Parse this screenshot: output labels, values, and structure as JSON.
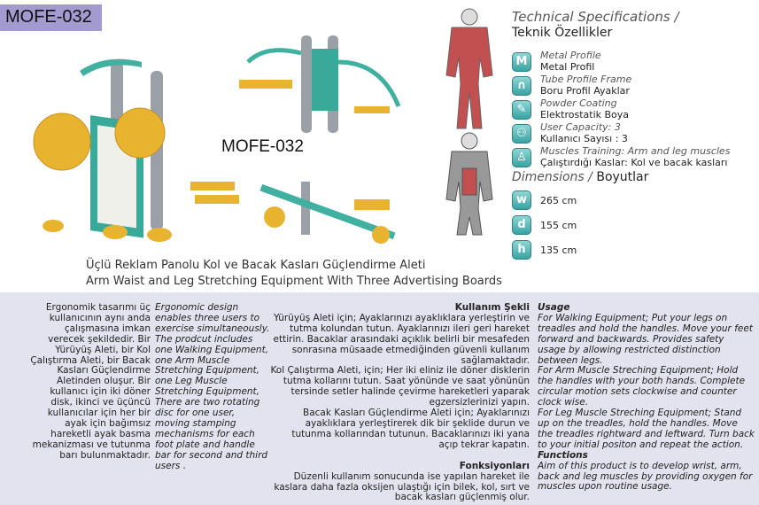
{
  "model_badge": "MOFE-032",
  "model_label": "MOFE-032",
  "title_tr": "Üçlü Reklam Panolu Kol ve Bacak Kasları Güçlendirme Aleti",
  "title_en": "Arm Waist and Leg Stretching Equipment With Three Advertising Boards",
  "specs": {
    "heading_en": "Technical Specifications /",
    "heading_tr": "Teknik Özellikler",
    "items": [
      {
        "icon": "M",
        "en": "Metal Profile",
        "tr": "Metal Profil"
      },
      {
        "icon": "∩",
        "en": "Tube Profile Frame",
        "tr": "Boru Profil Ayaklar"
      },
      {
        "icon": "✎",
        "en": "Powder Coating",
        "tr": "Elektrostatik Boya"
      },
      {
        "icon": "⚇",
        "en": "User Capacity:  3",
        "tr": "Kullanıcı Sayısı : 3"
      },
      {
        "icon": "♙",
        "en": "Muscles Training:  Arm and leg muscles",
        "tr": "Çalıştırdığı Kaslar: Kol ve bacak kasları"
      }
    ],
    "dimensions_en": "Dimensions /",
    "dimensions_tr": "Boyutlar",
    "dims": [
      {
        "icon": "w",
        "value": "265 cm"
      },
      {
        "icon": "d",
        "value": "155 cm"
      },
      {
        "icon": "h",
        "value": "135 cm"
      }
    ]
  },
  "desc_tr": "Ergonomik tasarımı üç kullanıcının aynı anda çalışmasına imkan verecek şekildedir. Bir Yürüyüş Aleti, bir Kol Çalıştırma Aleti, bir Bacak Kasları Güçlendirme Aletinden oluşur. Bir kullanıcı için iki döner disk, ikinci ve üçüncü kullanıcılar için her bir ayak için bağımsız hareketli ayak basma mekanizması ve tutunma barı bulunmaktadır.",
  "desc_en": "Ergonomic design enables three users to exercise simultaneously. The prodcut includes one Walking Equipment, one Arm Muscle Stretching Equipment, one Leg Muscle Stretching Equipment, There are two rotating disc for one user,  moving stamping mechanisms for each foot plate and handle bar for second and third users .",
  "usage_tr": {
    "heading": "Kullanım Şekli",
    "text": "Yürüyüş Aleti için;  Ayaklarınızı ayaklıklara yerleştirin ve tutma kolundan tutun. Ayaklarınızı ileri geri hareket ettirin. Bacaklar arasındaki açıklık belirli bir mesafeden sonrasına müsaade etmediğinden güvenli kullanım sağlamaktadır.\nKol Çalıştırma Aleti, için; Her iki eliniz ile döner disklerin tutma kollarını tutun. Saat yönünde ve saat yönünün tersinde setler halinde çevirme hareketleri yaparak egzersizlerinizi yapın.\nBacak Kasları Güçlendirme Aleti için; Ayaklarınızı ayaklıklara yerleştirerek dik bir şeklide durun ve tutunma kollarından tutunun. Bacaklarınızı iki yana açıp tekrar kapatın."
  },
  "functions_tr": {
    "heading": "Fonksiyonları",
    "text": "Düzenli kullanım sonucunda ise yapılan hareket ile kaslara daha fazla oksijen ulaştığı için bilek, kol, sırt ve bacak kasları güçlenmiş olur."
  },
  "usage_en": {
    "heading": "Usage",
    "text": "For Walking Equipment; Put your legs on treadles and hold the handles. Move your feet forward and backwards. Provides safety usage by allowing restricted distinction between legs.\nFor Arm Muscle Streching Equipment; Hold the handles with your both hands. Complete circular motion sets clockwise and counter clock wise.\nFor Leg Muscle Streching Equipment; Stand up on the treadles, hold the handles. Move the treadles rightward and leftward. Turn back to your initial positon and repeat the action."
  },
  "functions_en": {
    "heading": "Functions",
    "text": "Aim of this product is to develop wrist, arm, back and leg muscles by providing oxygen for muscles upon routine usage."
  }
}
